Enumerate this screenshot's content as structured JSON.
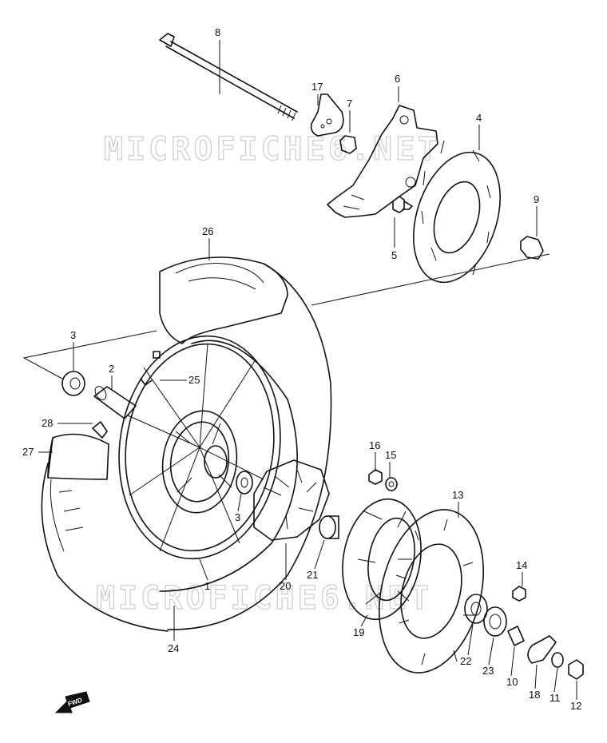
{
  "watermarks": [
    "MICROFICHE6.NET",
    "MICROFICHE6.NET"
  ],
  "direction_badge": "FWD",
  "callouts": [
    {
      "id": "8",
      "label": "8"
    },
    {
      "id": "17",
      "label": "17"
    },
    {
      "id": "7",
      "label": "7"
    },
    {
      "id": "6",
      "label": "6"
    },
    {
      "id": "4",
      "label": "4"
    },
    {
      "id": "9",
      "label": "9"
    },
    {
      "id": "5",
      "label": "5"
    },
    {
      "id": "26",
      "label": "26"
    },
    {
      "id": "3a",
      "label": "3"
    },
    {
      "id": "2",
      "label": "2"
    },
    {
      "id": "25",
      "label": "25"
    },
    {
      "id": "28",
      "label": "28"
    },
    {
      "id": "27",
      "label": "27"
    },
    {
      "id": "3b",
      "label": "3"
    },
    {
      "id": "1",
      "label": "1"
    },
    {
      "id": "24",
      "label": "24"
    },
    {
      "id": "20",
      "label": "20"
    },
    {
      "id": "21",
      "label": "21"
    },
    {
      "id": "16",
      "label": "16"
    },
    {
      "id": "15",
      "label": "15"
    },
    {
      "id": "13",
      "label": "13"
    },
    {
      "id": "14",
      "label": "14"
    },
    {
      "id": "19",
      "label": "19"
    },
    {
      "id": "22",
      "label": "22"
    },
    {
      "id": "23",
      "label": "23"
    },
    {
      "id": "10",
      "label": "10"
    },
    {
      "id": "18",
      "label": "18"
    },
    {
      "id": "11",
      "label": "11"
    },
    {
      "id": "12",
      "label": "12"
    }
  ]
}
